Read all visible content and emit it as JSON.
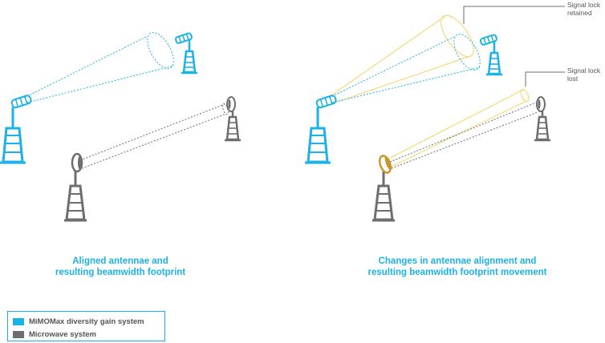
{
  "colors": {
    "mimomax": "#1ab2e8",
    "microwave": "#6d6e70",
    "shifted": "#f5d97a",
    "shifted_dish": "#c8962e"
  },
  "captions": {
    "left_line1": "Aligned antennae and",
    "left_line2": "resulting beamwidth footprint",
    "right_line1": "Changes in antennae alignment and",
    "right_line2": "resulting beamwidth footprint movement"
  },
  "callouts": {
    "retained_line1": "Signal lock",
    "retained_line2": "retained",
    "lost_line1": "Signal lock",
    "lost_line2": "lost"
  },
  "legend": {
    "mimomax_label": "MiMOMax diversity gain system",
    "microwave_label": "Microwave system"
  }
}
